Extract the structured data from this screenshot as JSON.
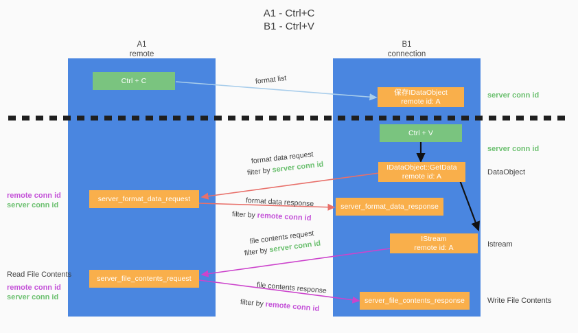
{
  "title": {
    "line1": "A1 - Ctrl+C",
    "line2": "B1 - Ctrl+V"
  },
  "colors": {
    "lane": "#4a86e0",
    "green_box": "#7ac47f",
    "orange_box": "#f9af4b",
    "server_conn_id": "#6cc070",
    "remote_conn_id": "#c452d8",
    "arrow_light_blue": "#a8cdeb",
    "arrow_red": "#e8706a",
    "arrow_magenta": "#cc44cc",
    "arrow_black": "#111111",
    "background": "#fafafa"
  },
  "columns": [
    {
      "name": "A1",
      "sub": "remote"
    },
    {
      "name": "B1",
      "sub": "connection"
    }
  ],
  "boxes": {
    "ctrl_c": "Ctrl + C",
    "ctrl_v": "Ctrl + V",
    "save_idataobject_l1": "保存IDataObject",
    "save_idataobject_l2": "remote id: A",
    "getdata_l1": "IDataObject::GetData",
    "getdata_l2": "remote id: A",
    "istream_l1": "IStream",
    "istream_l2": "remote id: A",
    "server_format_data_request": "server_format_data_request",
    "server_format_data_response": "server_format_data_response",
    "server_file_contents_request": "server_file_contents_request",
    "server_file_contents_response": "server_file_contents_response"
  },
  "edges": {
    "format_list": "format list",
    "format_data_request": "format data request",
    "format_data_request_filter_prefix": "filter by ",
    "format_data_request_filter_value": "server conn id",
    "format_data_response": "format data response",
    "format_data_response_filter_prefix": "filter by ",
    "format_data_response_filter_value": "remote conn id",
    "file_contents_request": "file contents request",
    "file_contents_request_filter_prefix": "filter by ",
    "file_contents_request_filter_value": "server conn id",
    "file_contents_response": "file contents response",
    "file_contents_response_filter_prefix": "filter by ",
    "file_contents_response_filter_value": "remote conn id"
  },
  "right_labels": {
    "server_conn_id_top": "server conn id",
    "server_conn_id_mid": "server conn id",
    "dataobject": "DataObject",
    "istream": "Istream",
    "write_file_contents": "Write File Contents"
  },
  "left_labels": {
    "remote_conn_id_upper": "remote conn id",
    "server_conn_id_upper": "server conn id",
    "read_file_contents": "Read File Contents",
    "remote_conn_id_lower": "remote conn id",
    "server_conn_id_lower": "server conn id"
  }
}
